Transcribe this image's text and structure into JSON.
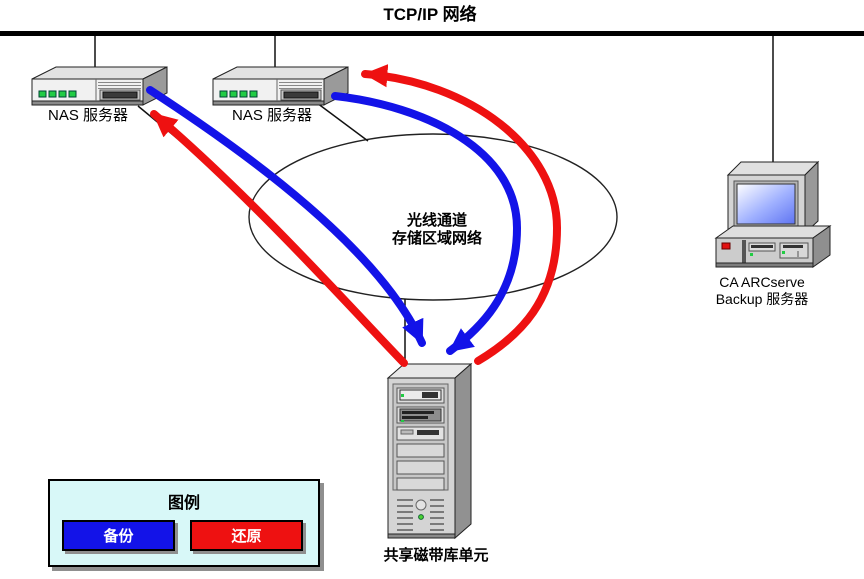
{
  "network": {
    "title": "TCP/IP 网络"
  },
  "nas_server_1": {
    "label": "NAS 服务器"
  },
  "nas_server_2": {
    "label": "NAS 服务器"
  },
  "san_cloud": {
    "line1": "光线通道",
    "line2": "存储区域网络"
  },
  "tape_library": {
    "label": "共享磁带库单元"
  },
  "backup_server": {
    "line1": "CA ARCserve",
    "line2": "Backup 服务器"
  },
  "legend": {
    "title": "图例",
    "items": [
      {
        "label": "备份",
        "meaning": "backup",
        "color": "#1313e8"
      },
      {
        "label": "还原",
        "meaning": "restore",
        "color": "#ee1111"
      }
    ]
  },
  "colors": {
    "backup_arrow": "#1313e8",
    "restore_arrow": "#ee1111",
    "network_line": "#000000",
    "legend_bg": "#d8f8f8"
  }
}
